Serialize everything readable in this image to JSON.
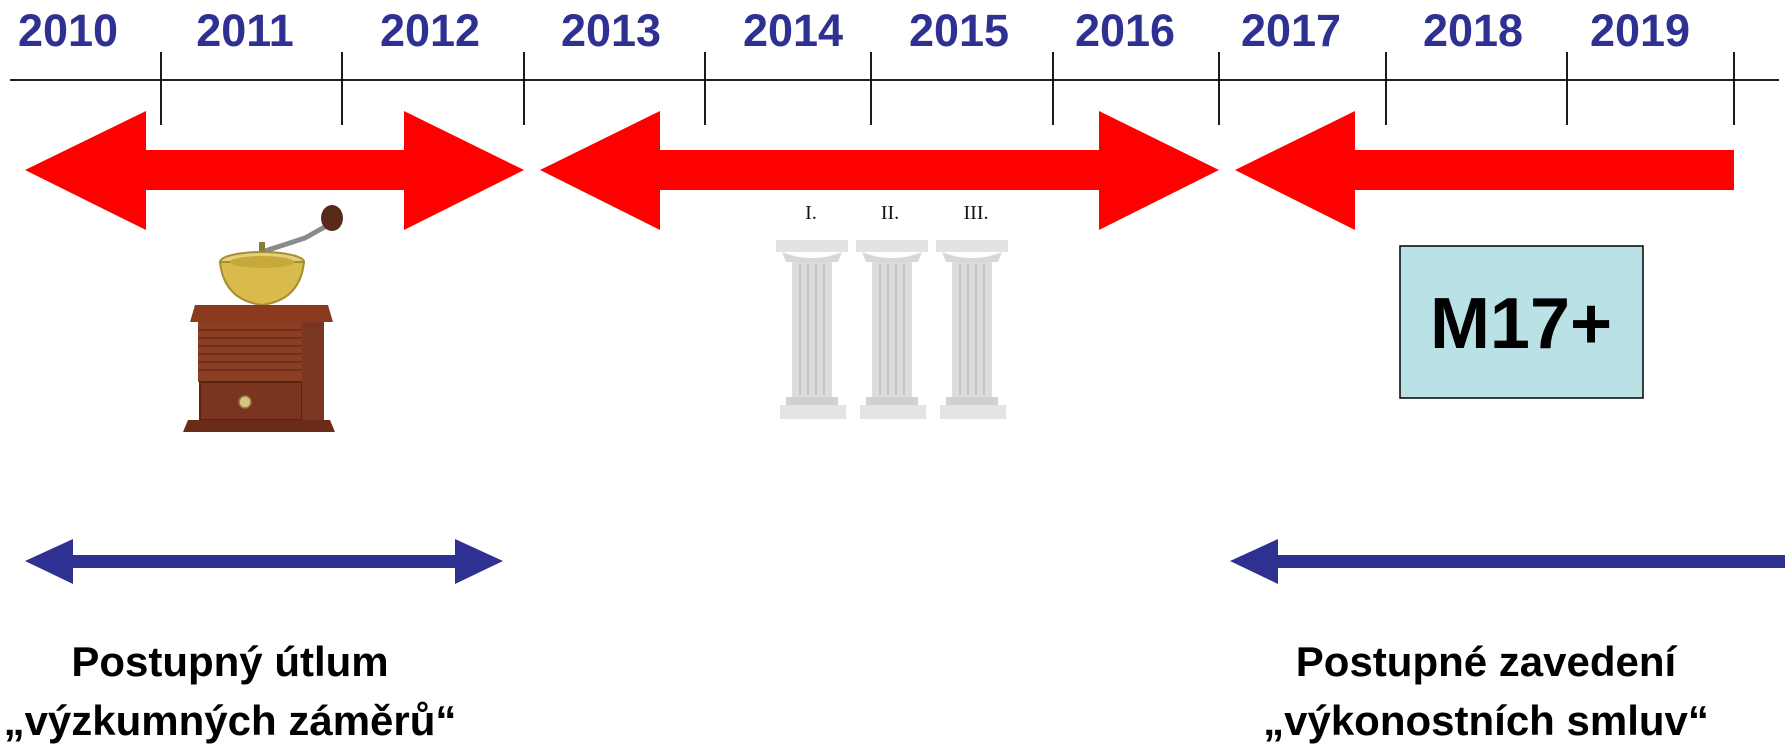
{
  "years": [
    "2010",
    "2011",
    "2012",
    "2013",
    "2014",
    "2015",
    "2016",
    "2017",
    "2018",
    "2019"
  ],
  "pillar_labels": [
    "I.",
    "II.",
    "III."
  ],
  "box_label": "M17+",
  "captions": {
    "left": [
      "Postupný útlum",
      "„výzkumných záměrů“"
    ],
    "right": [
      "Postupné zavedení",
      "„výkonostních smluv“"
    ]
  },
  "colors": {
    "year_text": "#2e3192",
    "red_arrow": "#ff0000",
    "blue_arrow": "#2e3192",
    "box_fill": "#b9e1e6",
    "timeline": "#000000"
  },
  "icons": {
    "grinder": "coffee-grinder-icon",
    "pillars": "three-pillars-icon"
  }
}
